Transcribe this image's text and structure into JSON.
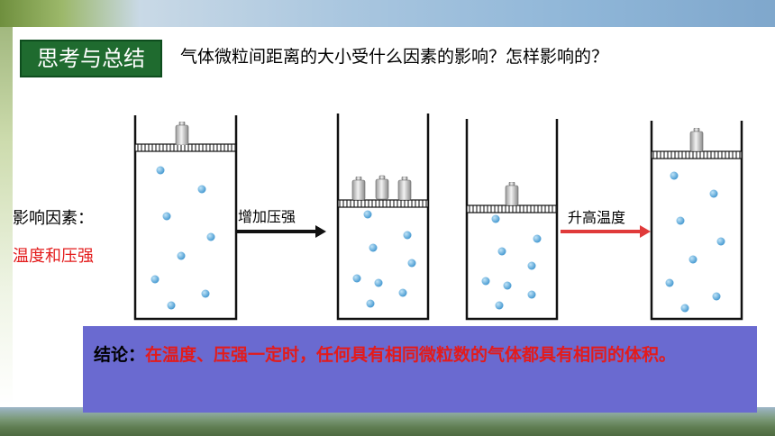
{
  "header": {
    "title": "思考与总结",
    "question": "气体微粒间距离的大小受什么因素的影响？怎样影响的？"
  },
  "factors": {
    "label": "影响因素：",
    "value": "温度和压强"
  },
  "arrows": [
    {
      "label": "增加压强",
      "color": "#111111"
    },
    {
      "label": "升高温度",
      "color": "#e03a3a"
    }
  ],
  "conclusion": {
    "lead": "结论：",
    "body": "在温度、压强一定时，任何具有相同微粒数的气体都具有相同的体积。"
  },
  "colors": {
    "title_bg": "#1f6b2f",
    "conclusion_bg": "#6a6ad0",
    "highlight_red": "#e31b1b",
    "particle": "#4da3d6"
  }
}
